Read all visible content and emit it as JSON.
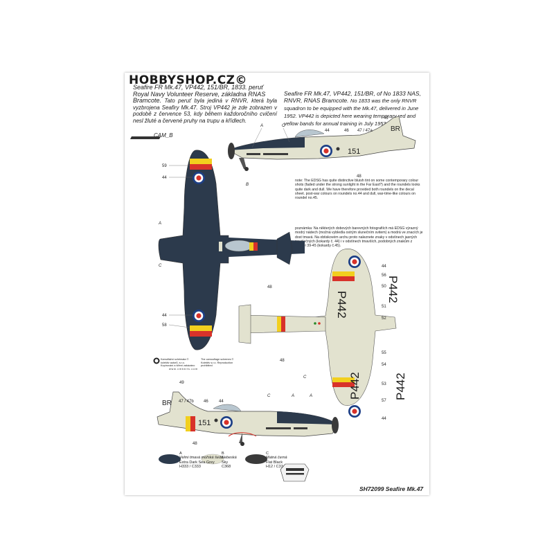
{
  "watermark": "HOBBYSHOP.CZ©",
  "intro_cz": {
    "line1": "Seafire FR Mk.47, VP442, 151/BR, 1833. peruť",
    "line2": "Royal Navy Volunteer Reserve, základna RNAS",
    "line3": "Bramcote.",
    "body": "Tato peruť byla jediná v RNVR, která byla vyzbrojena Seafiry Mk.47. Stroj VP442 je zde zobrazen v podobě z července 53, kdy během každoročního cvičení nesl žluté a červené pruhy na trupu a křídlech."
  },
  "intro_en": {
    "title": "Seafire FR Mk.47, VP442, 151/BR, of No 1833 NAS, RNVR, RNAS Bramcote.",
    "body": "No 1833 was the only RNVR squadron to be equipped with the Mk.47, delivered in June 1952. VP442 is depicted here wearing temporary red and yellow bands for annual training in July 1953"
  },
  "note_en": "note: The EDSG has quite distinctive bluish tint on some contemporary colour shots (faded under the strong sunlight in the Far East?) and the roundels looks quite dark and dull. We have therefore provided both roundels on the decal sheet. post-war colours on roundels no.44 and dull, war-time-like colours on roundel no.45.",
  "note_cz": "poznámka: Na některých dobových barevných fotografiích má EDSG výrazný modrý nádech (možná vybledla ostrým slunečním svitem) a modrá ve znacích je dost tmavá. Na obtiskovém archu proto naleznete znaky v odstínech jasných poválečných (kokardy č. 44) i v odstínech tmavších, podobných znakům z období 39-45 (kokardy č.45).",
  "camo_label": "CAM_B",
  "serial": "P442",
  "codes": {
    "top": "BR",
    "side": "151"
  },
  "callouts": {
    "n59": "59",
    "n44": "44",
    "n48": "48",
    "n58": "58",
    "n49": "49",
    "n46": "46",
    "n47a": "47 / 47a",
    "n47b": "47 / 47b",
    "n56": "56",
    "n50": "50",
    "n51": "51",
    "n52": "52",
    "n55": "55",
    "n54": "54",
    "n53": "53",
    "n57": "57",
    "A": "A",
    "B": "B",
    "C": "C"
  },
  "colors": {
    "eds_grey": "#2c3a4c",
    "sky": "#e2e2cf",
    "black": "#3a3a3a",
    "yellow": "#f2cf1e",
    "red": "#d8322a",
    "roundel_blue": "#1d3f86"
  },
  "legend": [
    {
      "key": "A",
      "cz": "Velmi tmavá mořská šedá",
      "en": "Extra Dark Sea Grey",
      "code": "H333 / C333",
      "color": "#2c3a4c"
    },
    {
      "key": "B",
      "cz": "Nebeská",
      "en": "Sky",
      "code": "C368",
      "color": "#e2e2cf"
    },
    {
      "key": "C",
      "cz": "Matná černá",
      "en": "Flat Black",
      "code": "H12 / C33",
      "color": "#3a3a3a"
    }
  ],
  "copyright": {
    "cz": "Kamuflážní schémata © kolektiv autorů, s.r.o. Kopírování a šíření zakázáno",
    "en": "The camouflage schemes © Kolektiv s.r.o. Reproduction prohibited",
    "url": "www.cmkkits.com"
  },
  "product_title": "SH72099 Seafire Mk.47"
}
